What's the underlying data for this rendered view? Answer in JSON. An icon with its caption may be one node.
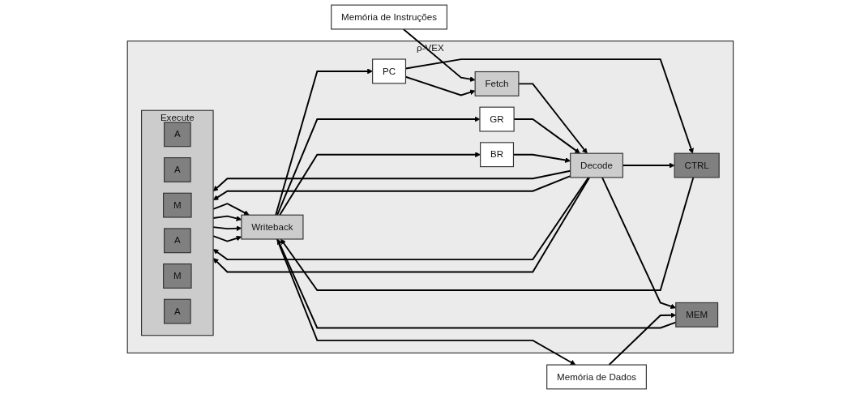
{
  "diagram": {
    "nodes": [
      {
        "text": [
          "ρ-VEX"
        ]
      },
      {
        "text": [
          "Memória de Instruções"
        ]
      },
      {
        "text": [
          "PC"
        ],
        "in": 0
      },
      {
        "text": [
          "GR"
        ],
        "in": 0
      },
      {
        "text": [
          "CTRL"
        ],
        "in": 0
      },
      {
        "text": [
          "Fetch"
        ],
        "in": 0
      },
      {
        "text": [
          "Decode"
        ],
        "in": 0
      },
      {
        "text": [
          "Execute"
        ],
        "in": 0
      },
      {
        "text": [
          "A"
        ],
        "in": 7
      },
      {
        "text": [
          "A"
        ],
        "in": 7
      },
      {
        "text": [
          "M"
        ],
        "in": 7
      },
      {
        "text": [
          "A"
        ],
        "in": 7
      },
      {
        "text": [
          "M"
        ],
        "in": 7
      },
      {
        "text": [
          "A"
        ],
        "in": 7
      },
      {
        "text": [
          "Writeback"
        ],
        "in": 0
      },
      {
        "text": [
          "BR"
        ],
        "in": 0
      },
      {
        "text": [
          "MEM"
        ],
        "in": 0
      },
      {
        "text": [
          "Memória de Dados"
        ]
      }
    ],
    "edges": [
      {
        "from": 1,
        "to": 5,
        "arrow": "to"
      },
      {
        "from": 5,
        "to": 6,
        "arrow": "to"
      },
      {
        "from": 2,
        "to": 5,
        "arrow": "to"
      },
      {
        "from": 2,
        "to": 4,
        "arrow": "to"
      },
      {
        "from": 3,
        "to": 6,
        "arrow": "to"
      },
      {
        "from": 6,
        "to": 4,
        "arrow": "to"
      },
      {
        "from": 6,
        "to": 7,
        "arrow": "to"
      },
      {
        "from": 6,
        "to": 7,
        "arrow": "to"
      },
      {
        "from": 6,
        "to": 7,
        "arrow": "to"
      },
      {
        "from": 6,
        "to": 7,
        "arrow": "to"
      },
      {
        "from": 6,
        "to": 16,
        "arrow": "to"
      },
      {
        "from": 15,
        "to": 6,
        "arrow": "to"
      },
      {
        "from": 7,
        "to": 14,
        "arrow": "to"
      },
      {
        "from": 7,
        "to": 14,
        "arrow": "to"
      },
      {
        "from": 7,
        "to": 14,
        "arrow": "to"
      },
      {
        "from": 7,
        "to": 14,
        "arrow": "to"
      },
      {
        "from": 4,
        "to": 14,
        "arrow": "to"
      },
      {
        "from": 16,
        "to": 14,
        "arrow": "to"
      },
      {
        "from": 14,
        "to": 2,
        "arrow": "to"
      },
      {
        "from": 14,
        "to": 3,
        "arrow": "to"
      },
      {
        "from": 14,
        "to": 15,
        "arrow": "to"
      },
      {
        "from": 14,
        "to": 17,
        "arrow": "to"
      },
      {
        "from": 17,
        "to": 16,
        "arrow": "to"
      }
    ]
  }
}
